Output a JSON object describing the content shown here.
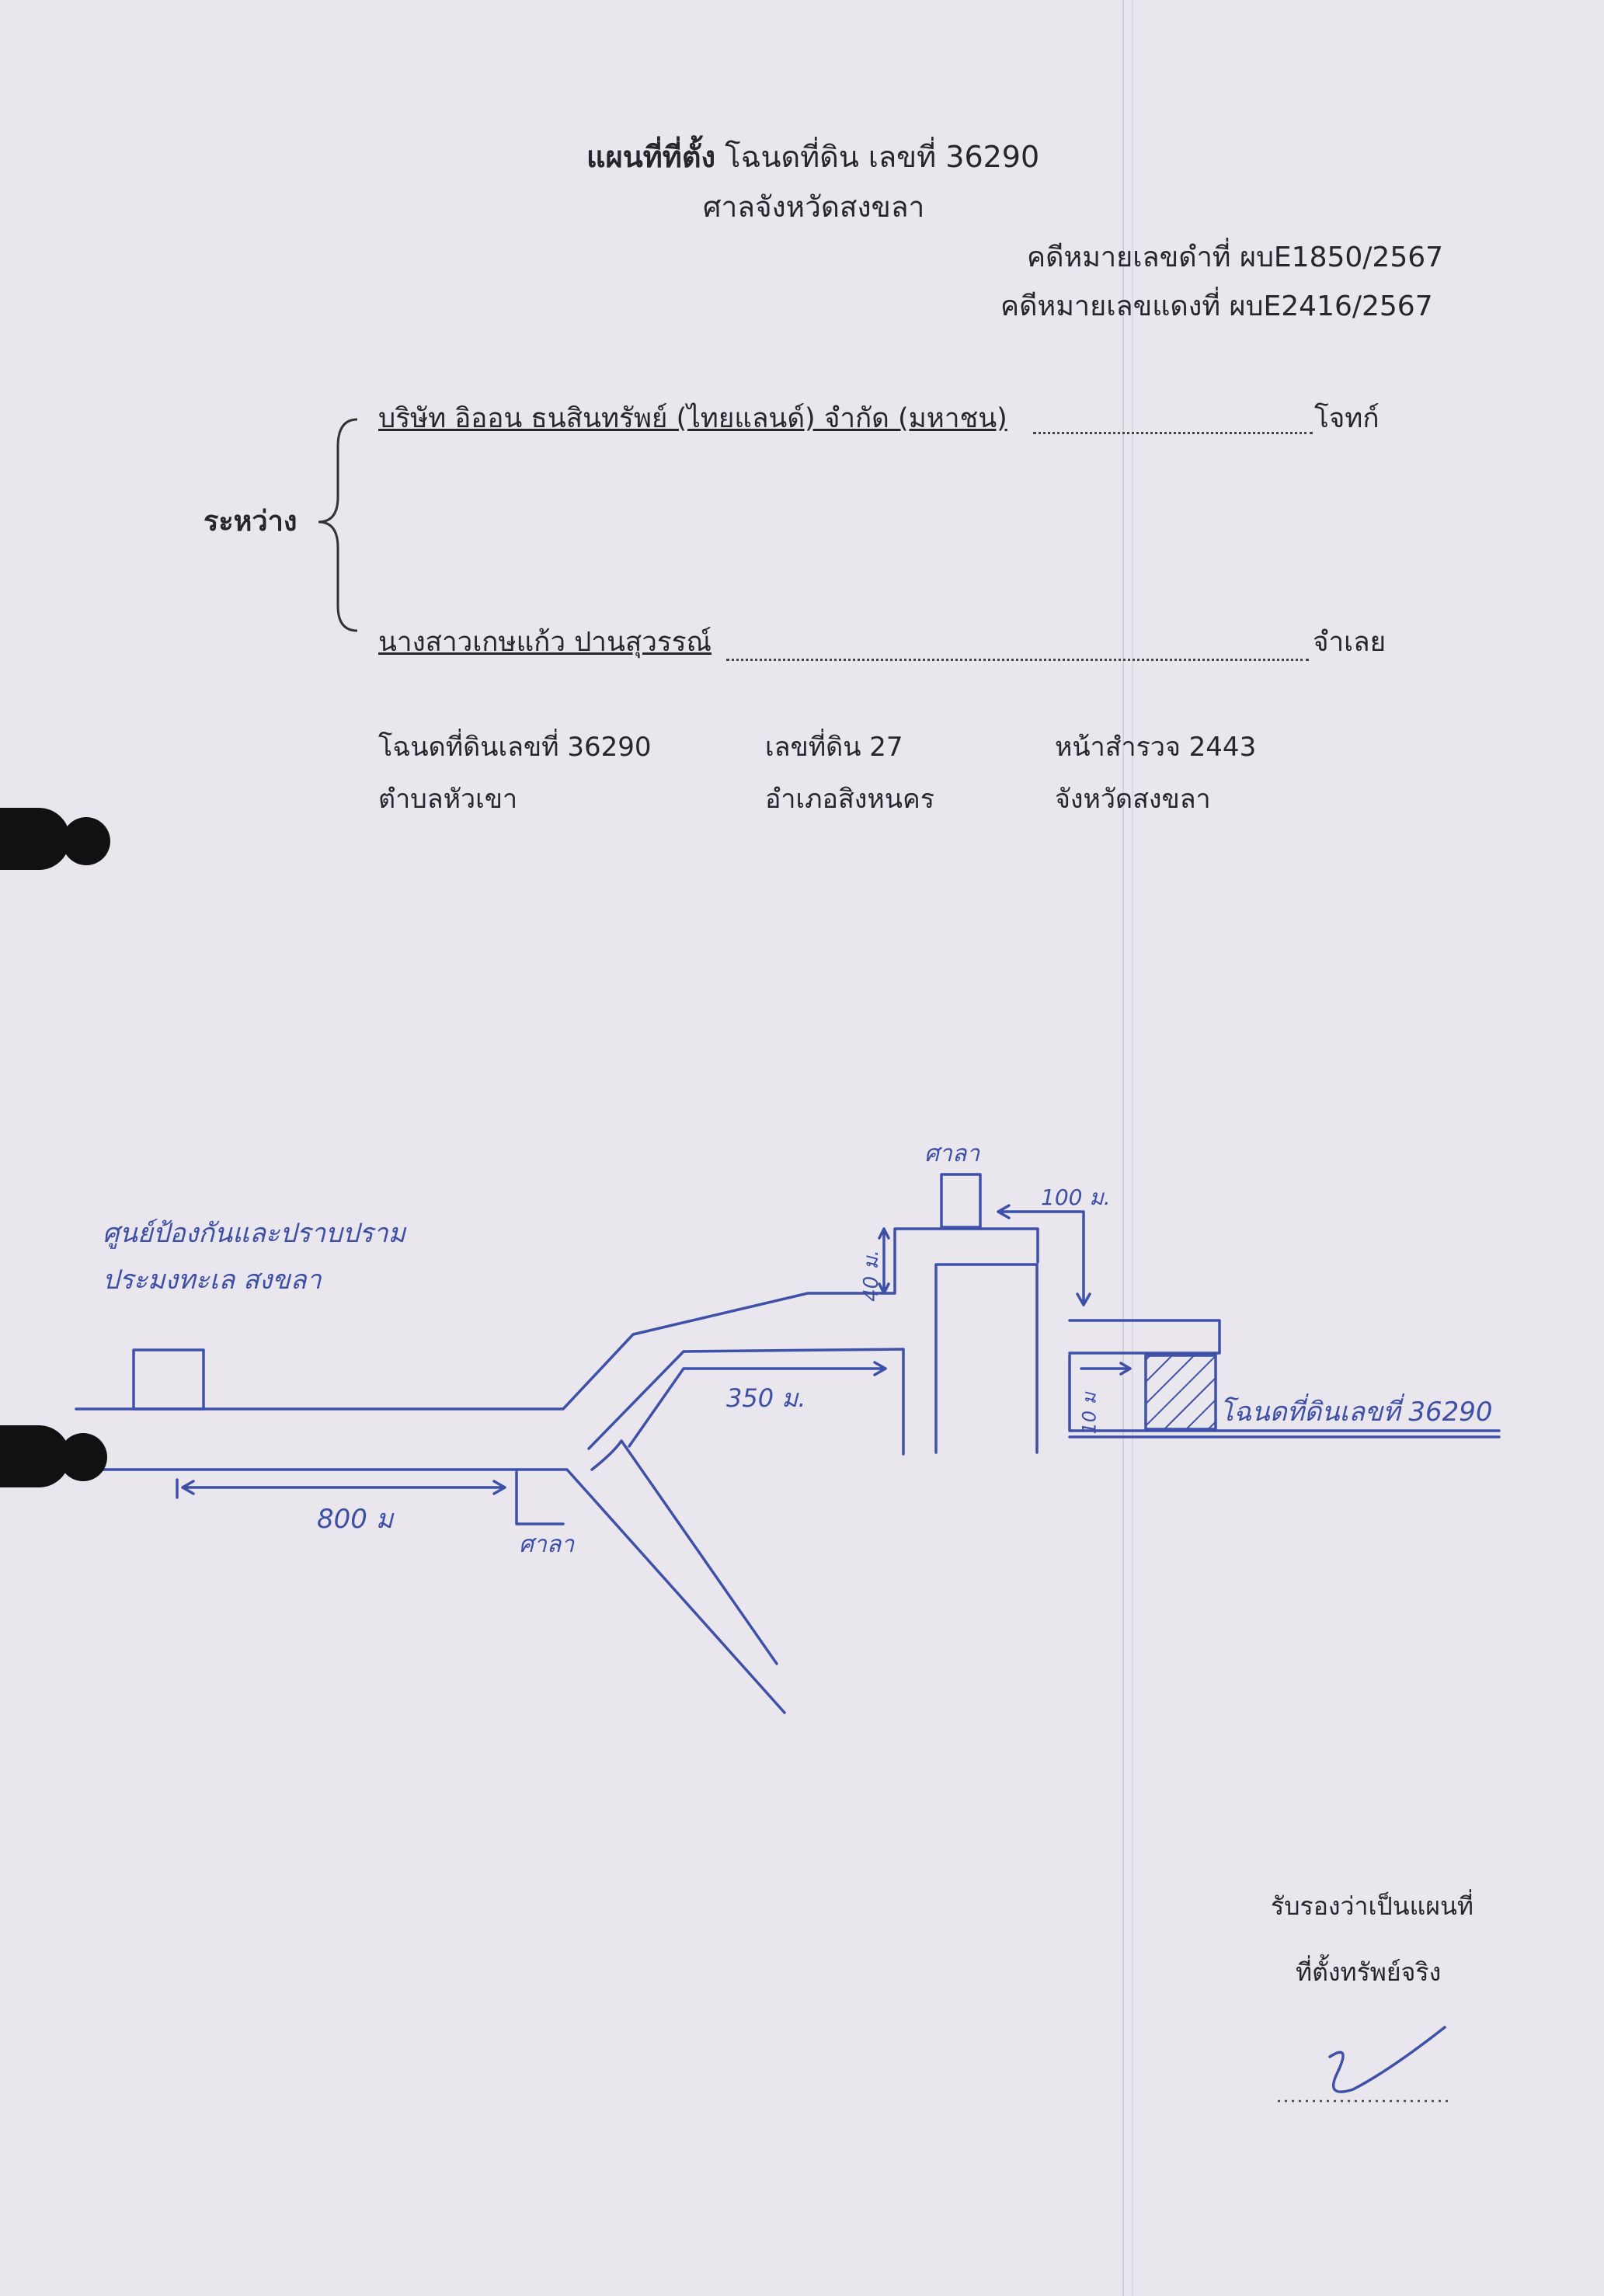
{
  "header": {
    "title_bold": "แผนที่ที่ตั้ง",
    "title_rest": "โฉนดที่ดิน เลขที่  36290",
    "court": "ศาลจังหวัดสงขลา",
    "black_case": "คดีหมายเลขดำที่ ผบE1850/2567",
    "red_case": "คดีหมายเลขแดงที่  ผบE2416/2567"
  },
  "parties": {
    "between_label": "ระหว่าง",
    "plaintiff_name": "บริษัท อิออน ธนสินทรัพย์ (ไทยแลนด์) จำกัด (มหาชน)",
    "plaintiff_role": "โจทก์",
    "defendant_name": "นางสาวเกษแก้ว ปานสุวรรณ์",
    "defendant_role": "จำเลย"
  },
  "land": {
    "deed_no": "โฉนดที่ดินเลขที่ 36290",
    "land_no": "เลขที่ดิน 27",
    "survey_page": "หน้าสำรวจ  2443",
    "subdistrict": "ตำบลหัวเขา",
    "district": "อำเภอสิงหนคร",
    "province": "จังหวัดสงขลา"
  },
  "map": {
    "landmark_label": [
      "ศูนย์ป้องกันและปราบปราม",
      "ประมงทะเล สงขลา"
    ],
    "pavilion_top": "ศาลา",
    "pavilion_bottom": "ศาลา",
    "dist_100": "100 ม.",
    "dist_40": "40 ม.",
    "dist_350": "350 ม.",
    "dist_800": "800 ม",
    "dist_10": "10 ม",
    "parcel_label": "โฉนดที่ดินเลขที่ 36290"
  },
  "certification": {
    "line1": "รับรองว่าเป็นแผนที่",
    "line2": "ที่ตั้งทรัพย์จริง"
  }
}
